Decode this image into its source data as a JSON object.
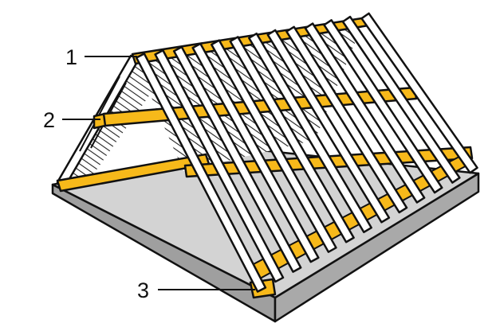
{
  "diagram": {
    "callouts": [
      {
        "label": "1",
        "part": "ridge-board"
      },
      {
        "label": "2",
        "part": "purlin"
      },
      {
        "label": "3",
        "part": "wall-plate"
      }
    ],
    "colors": {
      "timber_yellow": "#f7b91a",
      "rafter_white": "#ffffff",
      "outline": "#111111",
      "deck_top": "#d3d3d3",
      "deck_edge": "#9f9f9f",
      "hatching": "#222222"
    },
    "rafter_pairs": 13
  }
}
